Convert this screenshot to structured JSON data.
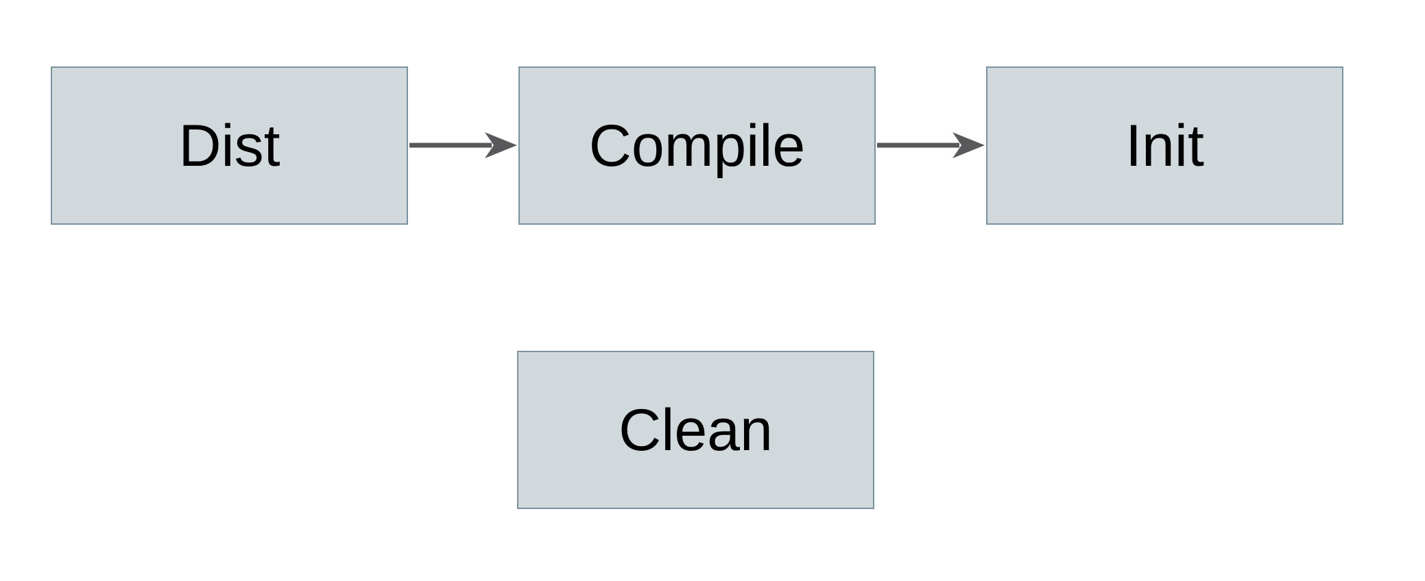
{
  "diagram": {
    "type": "flowchart",
    "nodes": [
      {
        "id": "dist",
        "label": "Dist"
      },
      {
        "id": "compile",
        "label": "Compile"
      },
      {
        "id": "init",
        "label": "Init"
      },
      {
        "id": "clean",
        "label": "Clean"
      }
    ],
    "edges": [
      {
        "from": "Dist",
        "to": "Compile",
        "style": "arrow-right"
      },
      {
        "from": "Compile",
        "to": "Init",
        "style": "arrow-right"
      }
    ],
    "colors": {
      "background": "#ffffff",
      "node_fill": "#d1d9dc",
      "node_border": "#7a929e",
      "arrow": "#58595b",
      "text": "#000000"
    }
  }
}
